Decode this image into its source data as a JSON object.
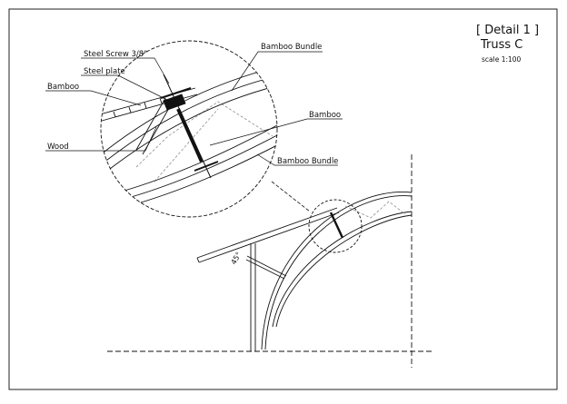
{
  "title": {
    "detail": "[ Detail 1 ]",
    "truss": "Truss C",
    "scale": "scale 1:100"
  },
  "labels": {
    "steel_screw": "Steel Screw  3/8\"",
    "steel_plate": "Steel plate",
    "bamboo_left": "Bamboo",
    "wood": "Wood",
    "bamboo_bundle_top": "Bamboo Bundle",
    "bamboo_right": "Bamboo",
    "bamboo_bundle_bottom": "Bamboo Bundle",
    "angle": "45°"
  },
  "colors": {
    "line": "#111111",
    "hidden": "#9a9a9a",
    "frame": "#222222"
  }
}
